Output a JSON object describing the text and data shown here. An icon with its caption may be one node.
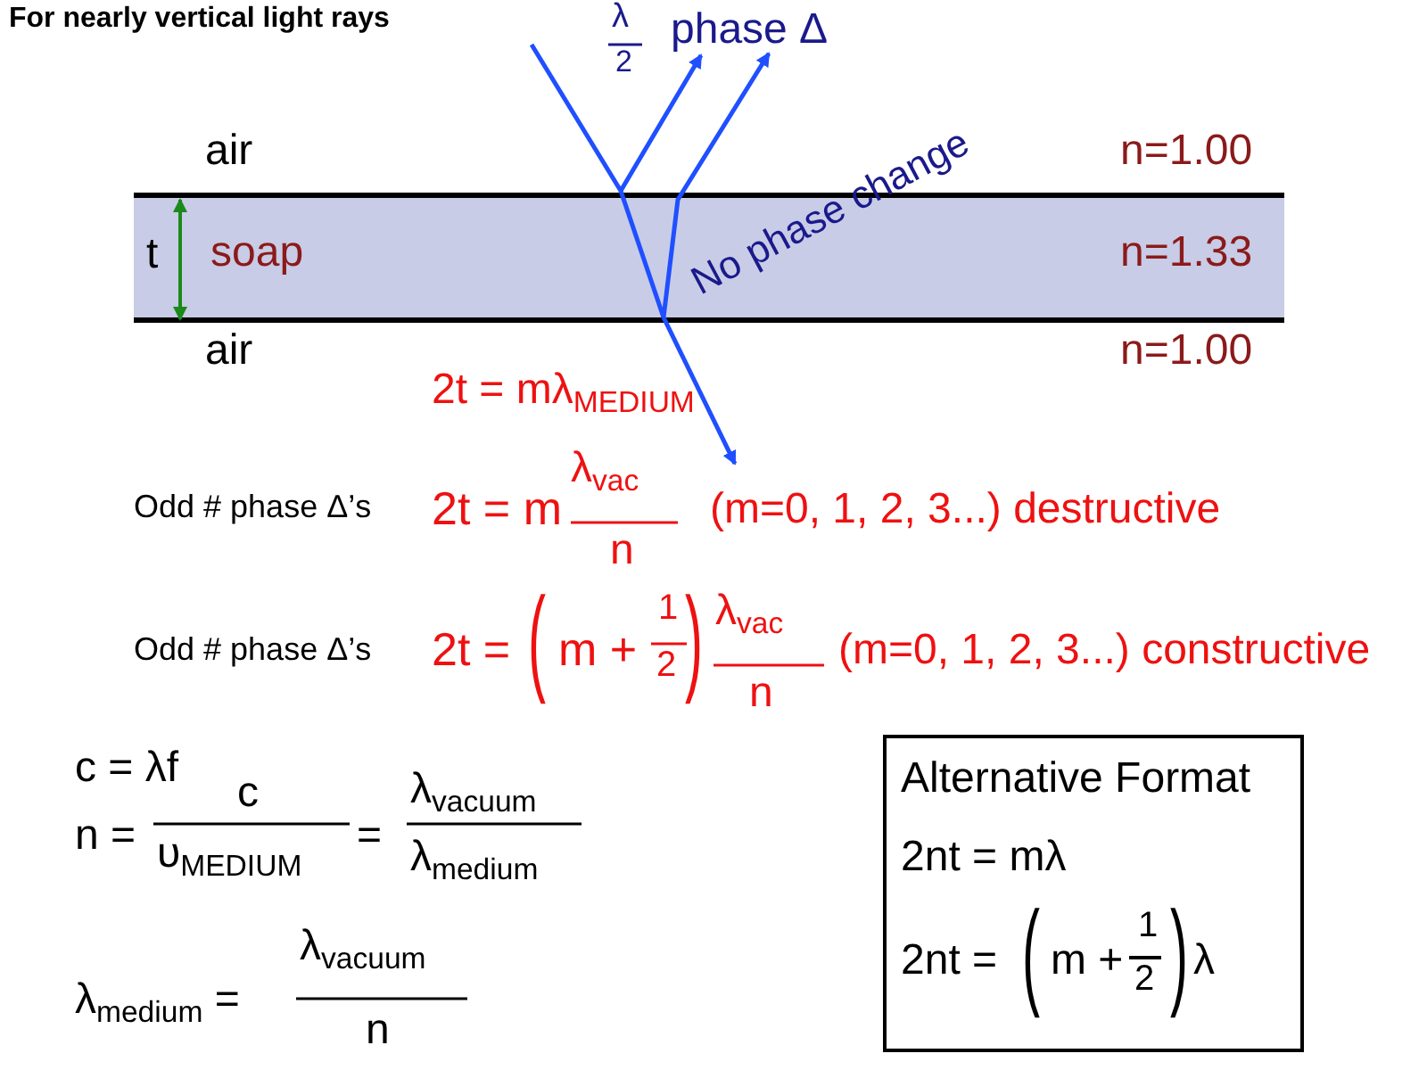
{
  "diagram": {
    "nodes": [
      {
        "text": [
          "soap",
          "n=1.33"
        ]
      },
      {
        "text": [
          "Alternative Format",
          "2nt = mλ",
          "2nt =",
          "(",
          "m +",
          "1",
          "2",
          ")",
          "λ"
        ]
      }
    ],
    "labels": [
      "For nearly vertical light rays",
      "λ",
      "2",
      "phase Δ",
      "air",
      "n=1.00",
      "No phase change",
      "t",
      "air",
      "n=1.00",
      "2t = mλ$_{MEDIUM}$",
      "Odd # phase Δ’s",
      "2t = m",
      "λ$_{vac}$",
      "n",
      "(m=0, 1, 2, 3...) destructive",
      "Odd # phase Δ’s",
      "2t =",
      "(",
      "m +",
      "1",
      "2",
      ")",
      "λ$_{vac}$",
      "n",
      "(m=0, 1, 2, 3...) constructive",
      "c = λf",
      "n =",
      "c",
      "υ$_{MEDIUM}$",
      "=",
      "λ$_{vacuum}$",
      "λ$_{medium}$",
      "λ$_{medium}$ =",
      "λ$_{vacuum}$",
      "n"
    ]
  }
}
